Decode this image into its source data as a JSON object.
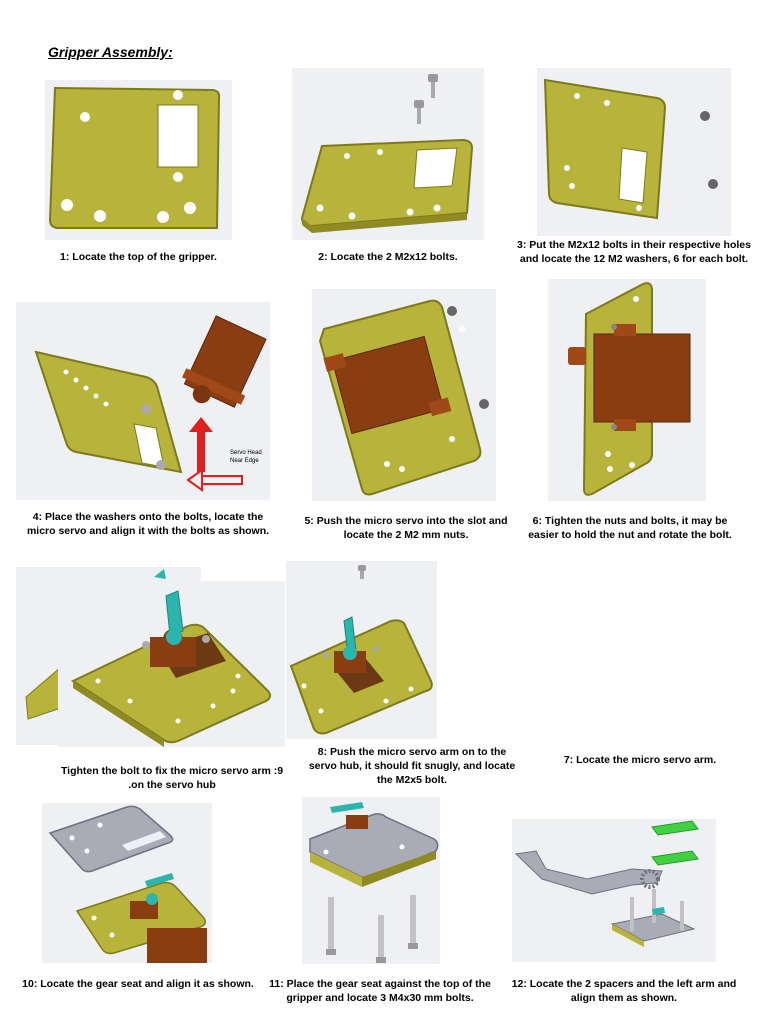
{
  "title": "Gripper Assembly:",
  "steps": [
    {
      "caption": "1: Locate the top of the gripper."
    },
    {
      "caption": "2: Locate the 2 M2x12 bolts."
    },
    {
      "caption_line1": "3: Put the M2x12 bolts in their respective holes",
      "caption_line2": "and locate the 12 M2 washers, 6 for each bolt."
    },
    {
      "caption_line1": "4: Place the washers onto the bolts, locate the",
      "caption_line2": "micro servo and align it with the bolts as shown.",
      "annotation_line1": "Servo Head",
      "annotation_line2": "Near Edge"
    },
    {
      "caption_line1": "5: Push the micro servo into the slot and",
      "caption_line2": "locate the 2 M2 mm nuts."
    },
    {
      "caption_line1": "6: Tighten the nuts and bolts, it may be",
      "caption_line2": "easier to hold the nut and rotate the bolt."
    },
    {
      "caption": "7: Locate the micro servo arm."
    },
    {
      "caption_line1": "8: Push the micro servo arm on to the",
      "caption_line2": "servo hub, it should fit snugly, and locate",
      "caption_line3": "the M2x5 bolt."
    },
    {
      "caption_line1": "Tighten the bolt to fix the micro servo arm :9",
      "caption_line2": ".on the servo hub"
    },
    {
      "caption": "10: Locate the gear seat and align it as shown."
    },
    {
      "caption_line1": "11: Place the gear seat against the top of the",
      "caption_line2": "gripper and locate 3 M4x30 mm bolts."
    },
    {
      "caption_line1": "12: Locate the 2 spacers and the left arm and",
      "caption_line2": "align them as shown."
    }
  ],
  "colors": {
    "plate": "#b8b33a",
    "plate_edge": "#7d7a1c",
    "servo": "#8b3d12",
    "arm": "#2bb5ad",
    "gray_plate": "#a9abb6",
    "spacer": "#3fd13f",
    "arrow": "#e02020",
    "panel_bg": "#eef0f3"
  }
}
